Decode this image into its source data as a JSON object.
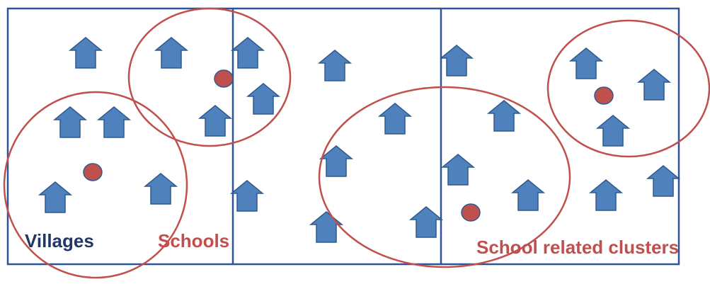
{
  "colors": {
    "house_fill": "#4f81bd",
    "house_stroke": "#2f5b8e",
    "school_fill": "#c0504d",
    "school_stroke": "#2f5b8e",
    "circle_stroke": "#c0504d",
    "frame_stroke": "#2f5496",
    "villages_label": "#1f3864",
    "schools_label": "#c0504d",
    "clusters_label": "#c0504d"
  },
  "icons": {
    "house": "house-icon",
    "school": "school-dot-icon"
  },
  "labels": {
    "villages": "Villages",
    "schools": "Schools",
    "clusters": "School related clusters"
  }
}
